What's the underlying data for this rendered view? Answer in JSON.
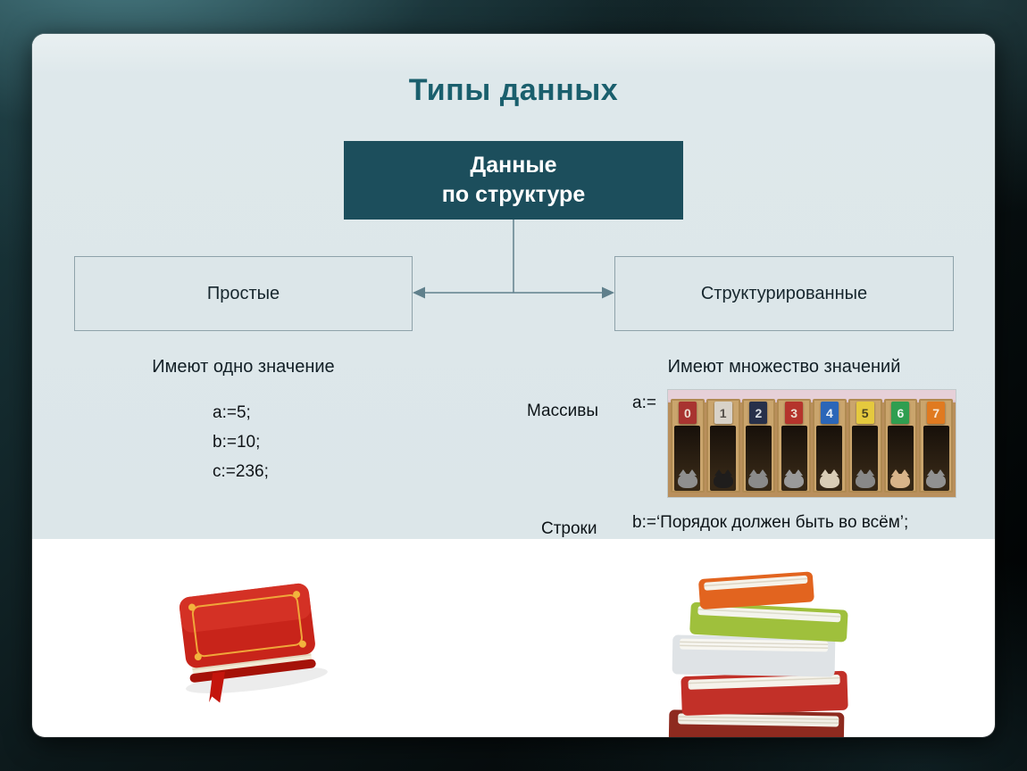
{
  "slide": {
    "title": "Типы данных",
    "diagram": {
      "root_line1": "Данные",
      "root_line2": "по структуре",
      "simple_label": "Простые",
      "structured_label": "Структурированные"
    },
    "simple": {
      "heading": "Имеют одно значение",
      "examples": [
        "a:=5;",
        "b:=10;",
        "c:=236;"
      ]
    },
    "structured": {
      "heading": "Имеют множество значений",
      "arrays": {
        "label": "Массивы",
        "assignment": "a:=",
        "boxes": [
          {
            "index": "0",
            "tag_bg": "#a83430",
            "tag_fg": "#ecdfd2"
          },
          {
            "index": "1",
            "tag_bg": "#d8d2c8",
            "tag_fg": "#55504a"
          },
          {
            "index": "2",
            "tag_bg": "#27304a",
            "tag_fg": "#d9dee4"
          },
          {
            "index": "3",
            "tag_bg": "#b5342c",
            "tag_fg": "#ecdfd2"
          },
          {
            "index": "4",
            "tag_bg": "#2b66b8",
            "tag_fg": "#e9f0f8"
          },
          {
            "index": "5",
            "tag_bg": "#e5c93e",
            "tag_fg": "#4a4320"
          },
          {
            "index": "6",
            "tag_bg": "#2f9e50",
            "tag_fg": "#e9f6ec"
          },
          {
            "index": "7",
            "tag_bg": "#e07a20",
            "tag_fg": "#f7ead9"
          }
        ]
      },
      "strings": {
        "label": "Строки",
        "assignment": "b:=‘Порядок должен быть во всём’;"
      }
    }
  },
  "colors": {
    "title_text": "#1a5f6d",
    "root_box_bg": "#1c4e5c",
    "root_box_text": "#ffffff",
    "panel_bg": "#dce6e9",
    "node_box_bg": "#dce6e9",
    "node_box_border": "#8ea2aa",
    "connector": "#60808c"
  }
}
